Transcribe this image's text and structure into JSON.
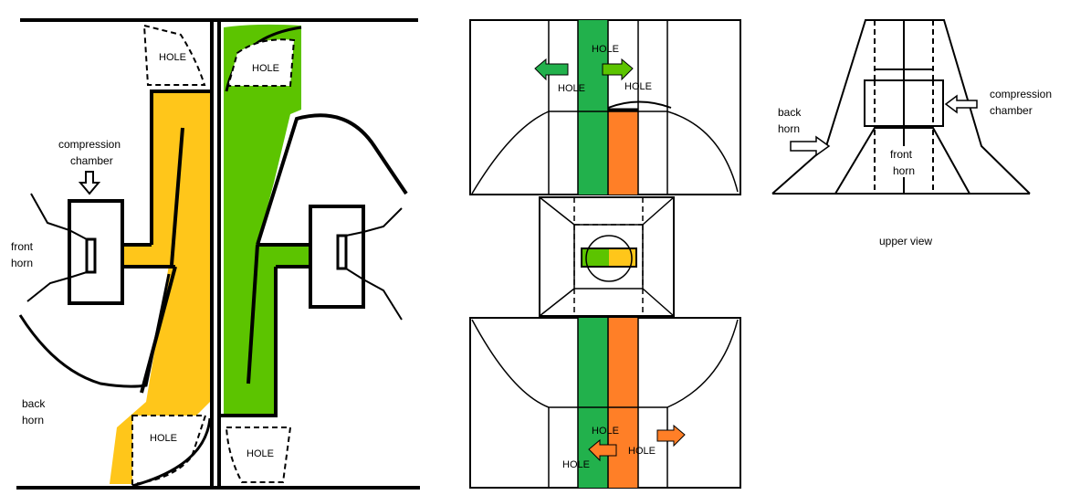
{
  "labels": {
    "hole": "HOLE",
    "compression_1": "compression",
    "compression_2": "chamber",
    "front_1": "front",
    "front_2": "horn",
    "back_1": "back",
    "back_2": "horn",
    "upper_view": "upper view"
  },
  "colors": {
    "yellow": "#ffc61a",
    "green": "#5cc400",
    "dark_green": "#22b14c",
    "orange": "#ff7f27",
    "line": "#000000"
  }
}
